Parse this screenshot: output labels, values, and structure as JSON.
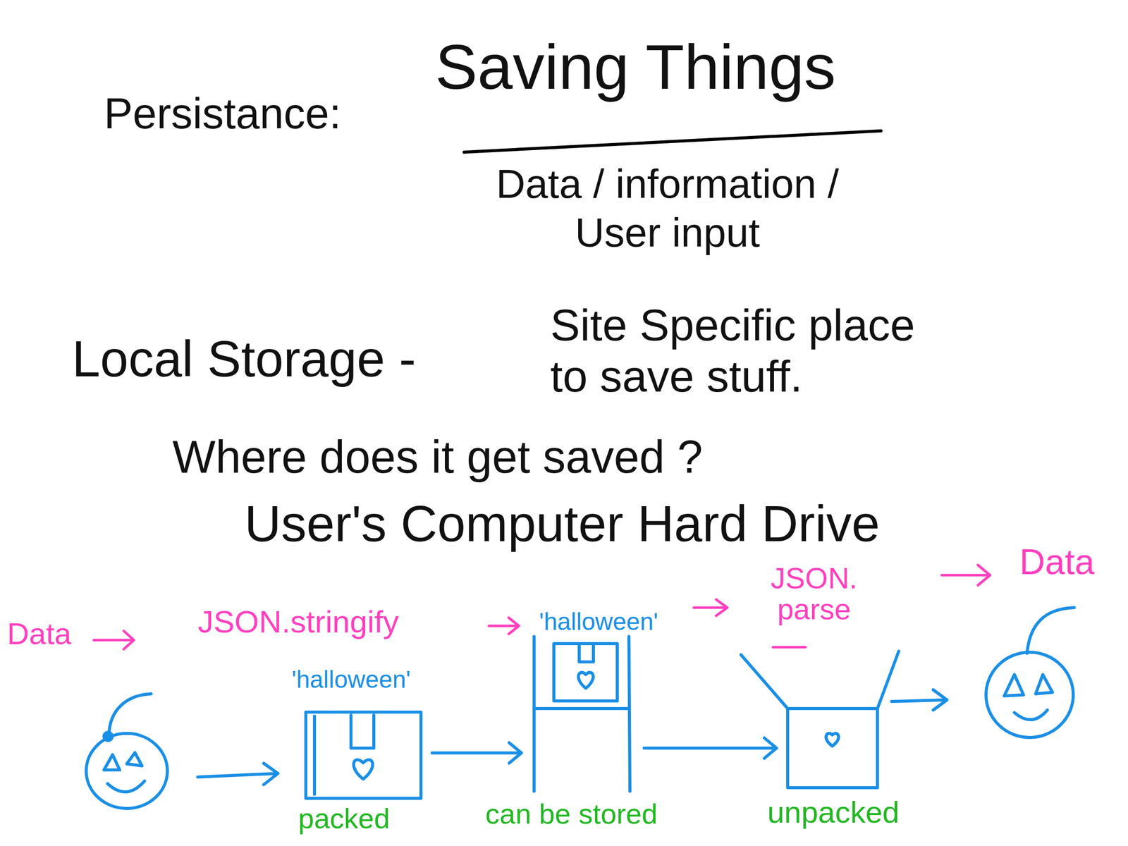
{
  "diagram": {
    "title": "Saving Things",
    "nodes": [
      {
        "text": [
          "'halloween'",
          "packed"
        ]
      },
      {
        "text": [
          "'halloween'",
          "can be stored"
        ]
      },
      {
        "text": [
          "unpacked"
        ]
      }
    ],
    "edges": [
      {
        "from": 0,
        "to": 1,
        "arrow": "to"
      },
      {
        "from": 1,
        "to": 2,
        "arrow": "to"
      }
    ],
    "labels": [
      "Persistance:",
      "Data / information / User input",
      "Local Storage -",
      "Site Specific place to save stuff.",
      "Where does it get saved ?",
      "User's Computer Hard Drive",
      "Data",
      "JSON.stringify",
      "JSON. parse",
      "Data"
    ]
  }
}
